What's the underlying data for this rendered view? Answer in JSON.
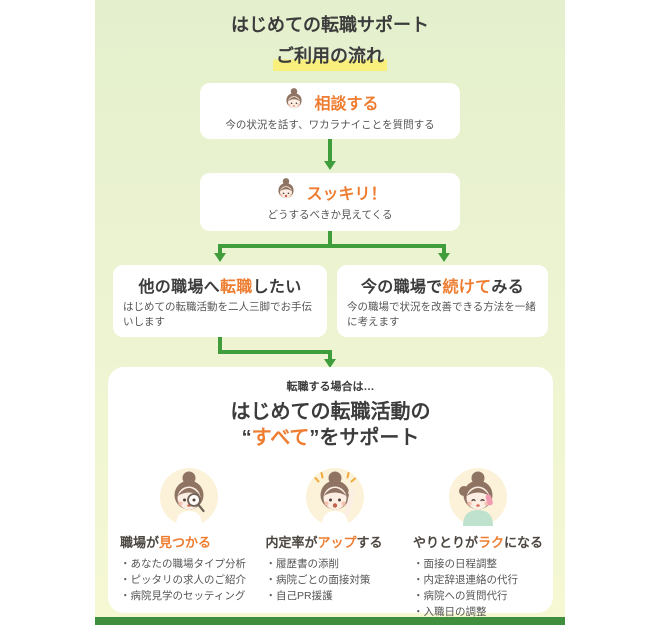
{
  "header": {
    "title_line1": "はじめての転職サポート",
    "title_line2": "ご利用の流れ"
  },
  "flow": {
    "step1": {
      "title": "相談する",
      "desc": "今の状況を話す、ワカラナイことを質問する"
    },
    "step2": {
      "title": "スッキリ！",
      "desc": "どうするべきか見えてくる"
    },
    "branch_left": {
      "title_pre": "他の職場へ",
      "title_accent": "転職",
      "title_post": "したい",
      "desc": "はじめての転職活動を二人三脚でお手伝いします"
    },
    "branch_right": {
      "title_pre": "今の職場で",
      "title_accent": "続けて",
      "title_post": "みる",
      "desc": "今の職場で状況を改善できる方法を一緒に考えます"
    }
  },
  "support": {
    "note": "転職する場合は…",
    "title_line1": "はじめての転職活動の",
    "title2_pre": "“",
    "title2_accent": "すべて",
    "title2_post": "”をサポート",
    "columns": [
      {
        "icon": "girl-magnifier-icon",
        "heading_pre": "職場が",
        "heading_accent": "見つかる",
        "heading_post": "",
        "items": [
          "あなたの職場タイプ分析",
          "ピッタリの求人のご紹介",
          "病院見学のセッティング"
        ]
      },
      {
        "icon": "girl-cheer-icon",
        "heading_pre": "内定率が",
        "heading_accent": "アップ",
        "heading_post": "する",
        "items": [
          "履歴書の添削",
          "病院ごとの面接対策",
          "自己PR援護"
        ]
      },
      {
        "icon": "girl-phone-icon",
        "heading_pre": "やりとりが",
        "heading_accent": "ラク",
        "heading_post": "になる",
        "items": [
          "面接の日程調整",
          "内定辞退連絡の代行",
          "病院への質問代行",
          "入職日の調整"
        ]
      }
    ]
  },
  "colors": {
    "accent_orange": "#ee7d31",
    "arrow_green": "#3f9d3c",
    "footer_green": "#3f8f3f",
    "highlight_yellow": "#f8ef7d",
    "bg_top": "#e4f0cd",
    "bg_bottom": "#f6f8d3"
  }
}
